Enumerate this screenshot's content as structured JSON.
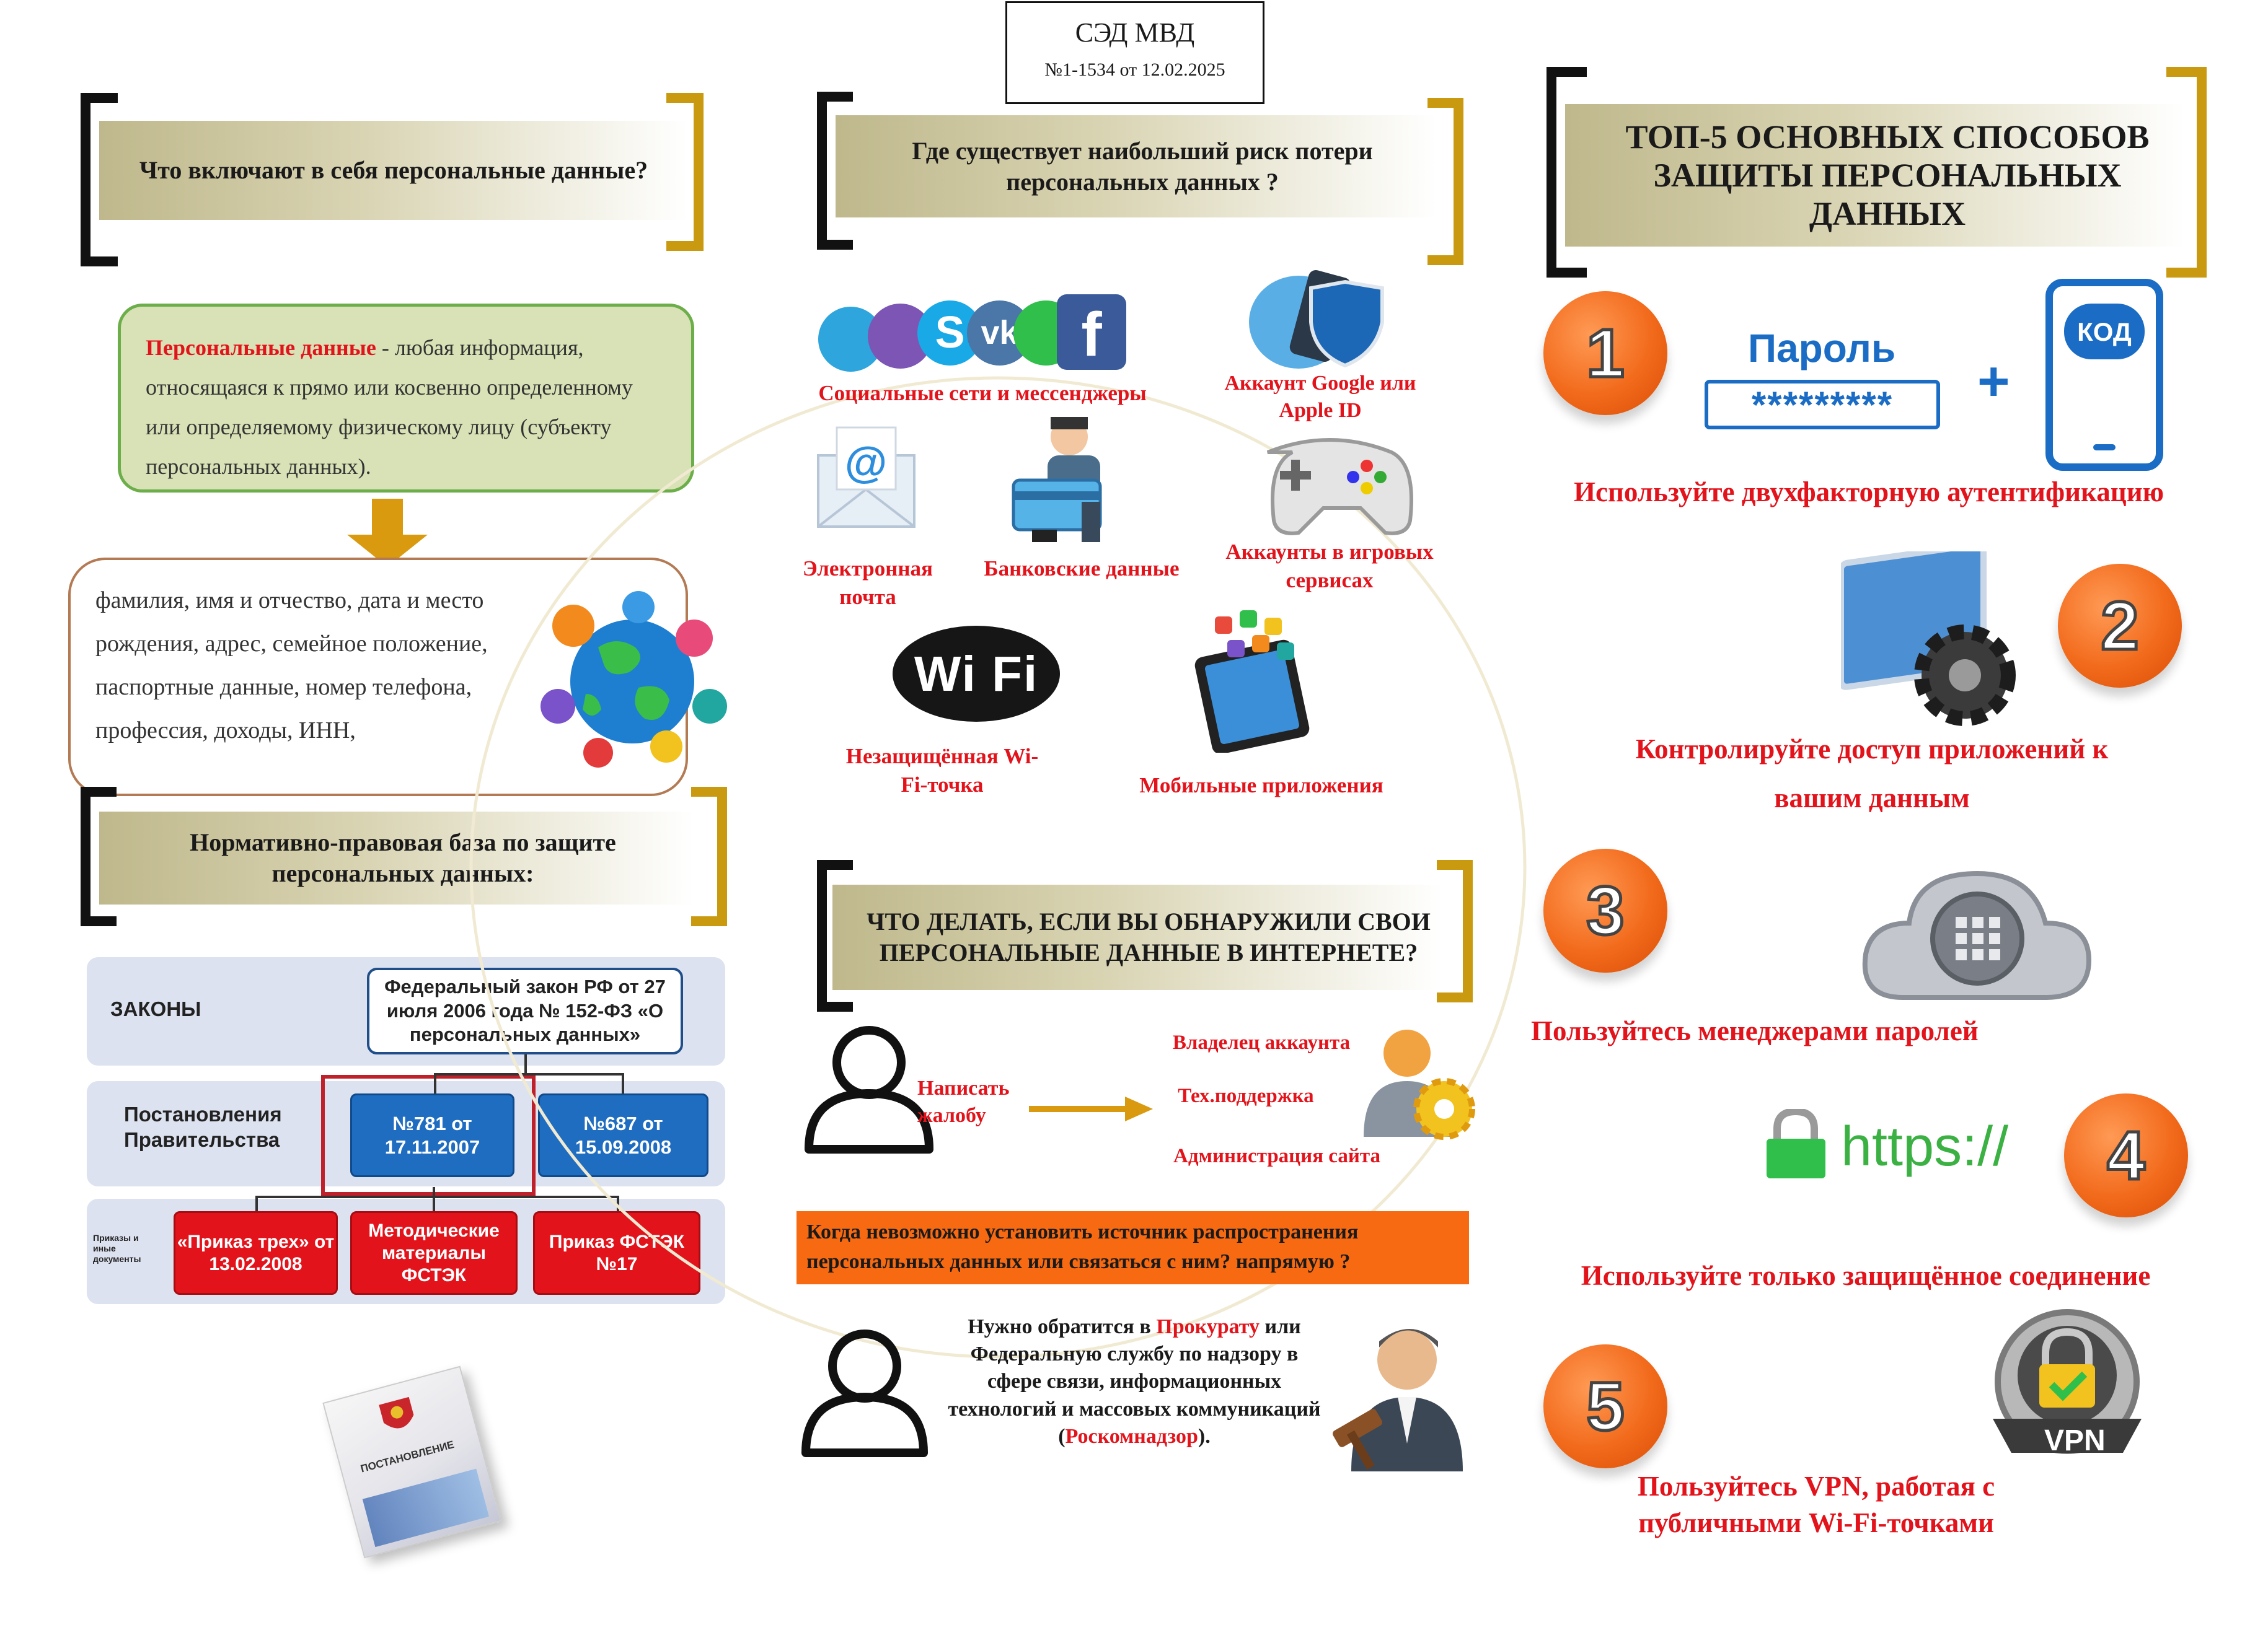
{
  "stamp": {
    "line1": "СЭД МВД",
    "line2": "№1-1534 от 12.02.2025"
  },
  "left": {
    "header_what": "Что включают в себя персональные данные?",
    "definition_term": "Персональные данные",
    "definition_rest": " - любая информация, относящаяся к прямо или косвенно определенному или определяемому физическому лицу (субъекту персональных данных).",
    "examples": "фамилия, имя и отчество, дата и место рождения, адрес, семейное положение, паспортные данные, номер телефона, профессия, доходы, ИНН,",
    "header_legal": "Нормативно-правовая база по защите персональных данных:",
    "laws_label": "ЗАКОНЫ",
    "law_text": "Федеральный закон РФ от 27 июля 2006 года № 152-ФЗ «О персональных данных»",
    "gov_label": "Постановления Правительства",
    "gov_items": [
      "№781 от 17.11.2007",
      "№687 от 15.09.2008"
    ],
    "orders_label": "Приказы и иные документы",
    "order_items": [
      "«Приказ трех» от 13.02.2008",
      "Методические материалы ФСТЭК",
      "Приказ ФСТЭК №17"
    ],
    "booklet_title": "ПОСТАНОВЛЕНИЕ"
  },
  "middle": {
    "header_risk": "Где существует наибольший риск потери персональных данных ?",
    "risks": {
      "social": "Социальные сети и мессенджеры",
      "google": "Аккаунт Google или Apple ID",
      "email": "Электронная почта",
      "bank": "Банковские данные",
      "games": "Аккаунты в игровых сервисах",
      "wifi": "Незащищённая Wi-Fi-точка",
      "apps": "Мобильные приложения"
    },
    "wifi_logo": "Wi Fi",
    "header_action": "ЧТО ДЕЛАТЬ, ЕСЛИ ВЫ ОБНАРУЖИЛИ СВОИ ПЕРСОНАЛЬНЫЕ ДАННЫЕ В ИНТЕРНЕТЕ?",
    "complain": "Написать жалобу",
    "targets": [
      "Владелец аккаунта",
      "Тех.поддержка",
      "Администрация сайта"
    ],
    "banner": "Когда невозможно установить источник распространения персональных данных или связаться с ним? напрямую ?",
    "authority_a": "Нужно обратится в ",
    "authority_prosecutor": "Прокурату",
    "authority_b": " или Федеральную службу по надзору в сфере связи, информационных технологий и массовых коммуникаций (",
    "authority_rkn": "Роскомнадзор",
    "authority_c": ")."
  },
  "right": {
    "header_top5": "ТОП-5 ОСНОВНЫХ СПОСОБОВ ЗАЩИТЫ  ПЕРСОНАЛЬНЫХ ДАННЫХ",
    "tips": [
      {
        "num": "1",
        "text": "Используйте двухфакторную аутентификацию"
      },
      {
        "num": "2",
        "text": "Контролируйте доступ приложений к вашим данным"
      },
      {
        "num": "3",
        "text": "Пользуйтесь менеджерами паролей"
      },
      {
        "num": "4",
        "text": "Используйте только защищённое соединение"
      },
      {
        "num": "5",
        "text": "Пользуйтесь VPN, работая с публичными Wi-Fi-точками"
      }
    ],
    "password_label": "Пароль",
    "password_mask": "*********",
    "code_label": "КОД",
    "https_label": "https://",
    "vpn_label": "VPN"
  },
  "colors": {
    "accent_red": "#e3131b",
    "gold_bracket": "#c99a10",
    "orange": "#f26a1b",
    "blue": "#1f6dc0"
  }
}
